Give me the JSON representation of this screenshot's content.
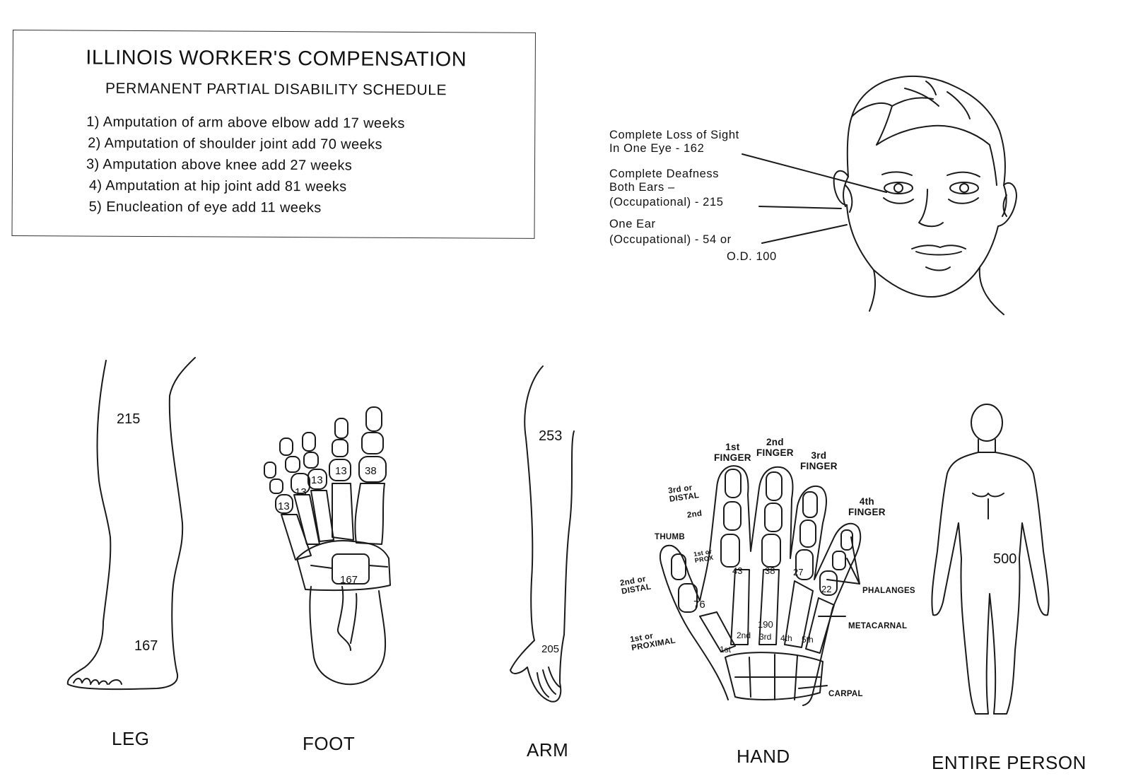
{
  "schedule": {
    "title": "ILLINOIS WORKER'S COMPENSATION",
    "subtitle": "PERMANENT PARTIAL DISABILITY SCHEDULE",
    "items": [
      "1) Amputation of arm above elbow add 17 weeks",
      "2) Amputation of shoulder joint add 70 weeks",
      "3) Amputation above knee add 27 weeks",
      "4) Amputation at hip joint add 81 weeks",
      "5) Enucleation of eye add 11 weeks"
    ]
  },
  "head": {
    "sight_label_1": "Complete Loss of Sight",
    "sight_label_2": "In One Eye -   162",
    "deafness_1": "Complete Deafness",
    "deafness_2": "Both Ears –",
    "deafness_3": "(Occupational) - 215",
    "one_ear_1": "One Ear",
    "one_ear_2": "(Occupational) -  54 or",
    "one_ear_3": "O.D. 100"
  },
  "leg": {
    "upper": "215",
    "lower": "167",
    "caption": "LEG"
  },
  "foot": {
    "toe_1": "13",
    "toe_2": "13",
    "toe_3": "13",
    "toe_4": "13",
    "toe_big": "38",
    "mid": "167",
    "caption": "FOOT"
  },
  "arm": {
    "upper": "253",
    "wrist": "205",
    "caption": "ARM"
  },
  "hand": {
    "finger_1": "1st\nFINGER",
    "finger_2": "2nd\nFINGER",
    "finger_3": "3rd\nFINGER",
    "finger_4": "4th\nFINGER",
    "distal_3rd": "3rd or\nDISTAL",
    "second": "2nd",
    "thumb": "THUMB",
    "prox_1st": "1st or\nPROX",
    "distal_2nd": "2nd or\nDISTAL",
    "proximal_1st": "1st or\nPROXIMAL",
    "phalanges": "PHALANGES",
    "metacarnal": "METACARNAL",
    "carpal": "CARPAL",
    "val_thumb": "76",
    "val_f1": "43",
    "val_f2": "38",
    "val_f3": "27",
    "val_f4": "22",
    "val_hand": "190",
    "meta_1": "1st",
    "meta_2": "2nd",
    "meta_3": "3rd",
    "meta_4": "4th",
    "meta_5": "5th",
    "caption": "HAND"
  },
  "person": {
    "value": "500",
    "caption": "ENTIRE PERSON"
  }
}
